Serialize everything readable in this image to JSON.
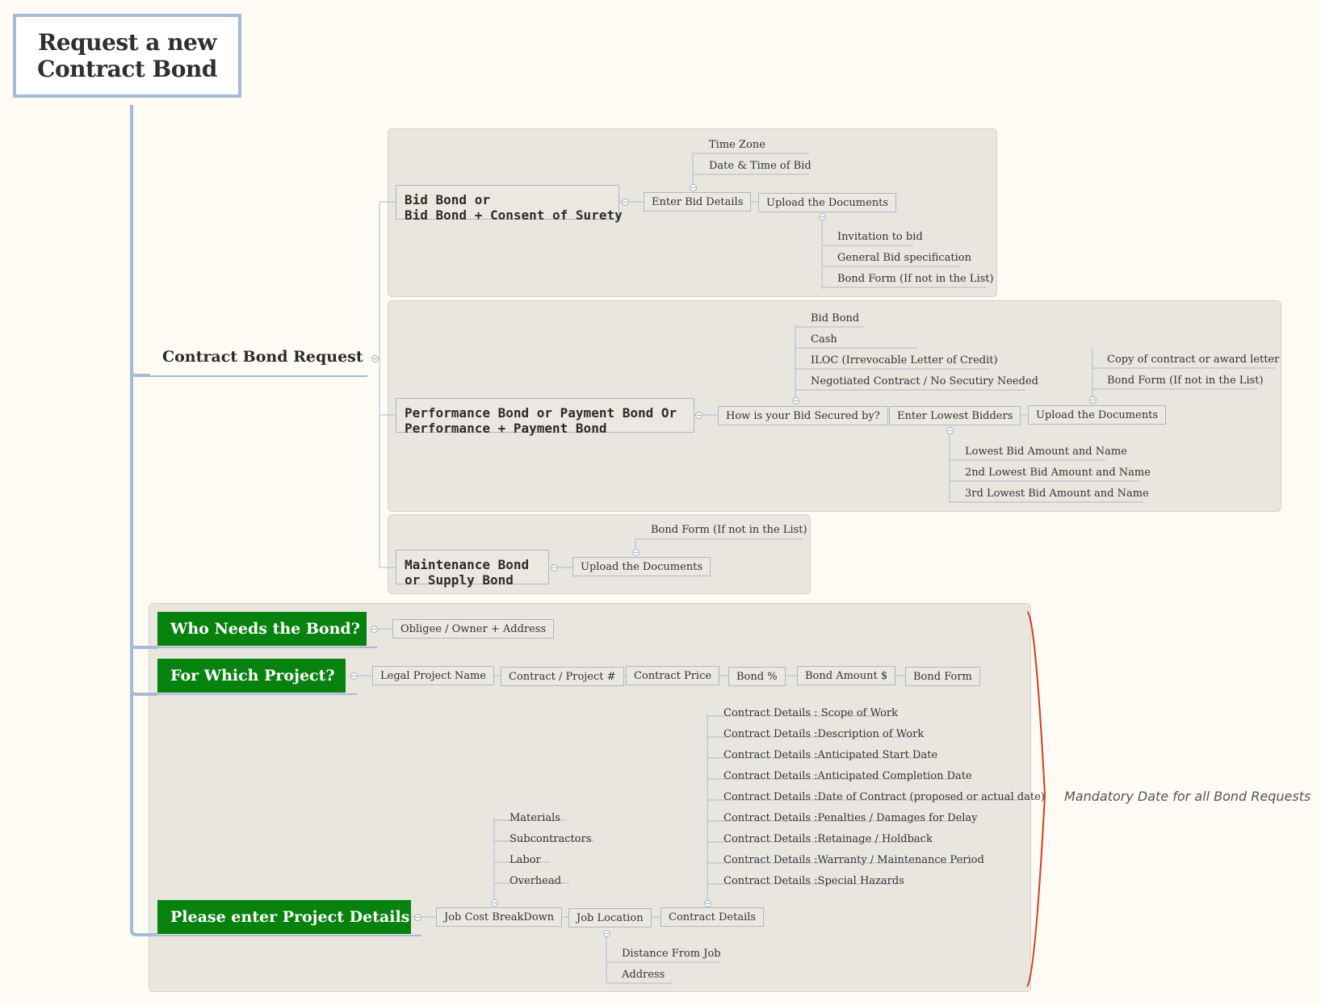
{
  "root": {
    "title_line1": "Request a new",
    "title_line2": "Contract Bond"
  },
  "contract_bond_request": {
    "label": "Contract Bond Request",
    "bid_bond": {
      "label": "Bid Bond or\nBid Bond + Consent of Surety",
      "enter_bid_details": "Enter Bid Details",
      "time_zone": "Time Zone",
      "date_time": "Date & Time of Bid",
      "upload": "Upload the Documents",
      "documents": [
        "Invitation to bid",
        "General Bid specification",
        "Bond Form (If not in the List)"
      ]
    },
    "performance_bond": {
      "label": "Performance Bond or Payment Bond Or\nPerformance + Payment Bond",
      "how_secured": "How is your Bid Secured by?",
      "secured_options": [
        "Bid Bond",
        "Cash",
        "ILOC (Irrevocable Letter of Credit)",
        "Negotiated Contract / No Secutiry Needed"
      ],
      "enter_lowest": "Enter Lowest Bidders",
      "lowest_bidders": [
        "Lowest Bid Amount and Name",
        "2nd Lowest Bid Amount and Name",
        "3rd Lowest Bid Amount and Name"
      ],
      "upload": "Upload the Documents",
      "documents": [
        "Copy of contract or award letter",
        "Bond Form (If not in the List)"
      ]
    },
    "maintenance_bond": {
      "label": "Maintenance Bond\nor Supply Bond",
      "upload": "Upload the Documents",
      "documents": [
        "Bond Form (If not in the List)"
      ]
    }
  },
  "who_needs": {
    "label": "Who Needs the Bond?",
    "obligee": "Obligee / Owner + Address"
  },
  "which_project": {
    "label": "For Which Project?",
    "chain": [
      "Legal Project Name",
      "Contract / Project #",
      "Contract Price",
      "Bond %",
      "Bond Amount $",
      "Bond Form"
    ]
  },
  "project_details": {
    "label": "Please enter Project Details",
    "job_cost": "Job Cost BreakDown",
    "job_cost_items": [
      "Materials",
      "Subcontractors",
      "Labor",
      "Overhead"
    ],
    "job_location": "Job Location",
    "job_location_items": [
      "Distance From Job",
      "Address"
    ],
    "contract_details": "Contract Details",
    "contract_details_items": [
      "Contract Details : Scope of Work",
      "Contract Details :Description of Work",
      "Contract Details :Anticipated Start Date",
      "Contract Details :Anticipated Completion Date",
      "Contract Details :Date of Contract (proposed or actual date)",
      "Contract Details :Penalties / Damages for Delay",
      "Contract Details :Retainage / Holdback",
      "Contract Details :Warranty / Maintenance Period",
      "Contract Details :Special Hazards"
    ]
  },
  "summary_note": "Mandatory Date for all Bond Requests",
  "colors": {
    "background": "#fdfbf4",
    "boundary": "#e9e6e0",
    "connector": "#a6b9d6",
    "green_topic": "#07820f",
    "summary_bracket": "#d0401a"
  }
}
